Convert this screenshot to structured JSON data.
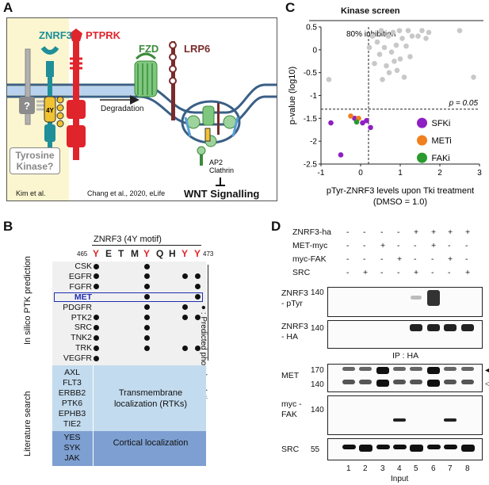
{
  "panels": {
    "a": "A",
    "b": "B",
    "c": "C",
    "d": "D"
  },
  "panel_a": {
    "znrf3": "ZNRF3",
    "ptprk": "PTPRK",
    "fzd": "FZD",
    "lrp6": "LRP6",
    "degradation": "Degradation",
    "ap2": "AP2",
    "clathrin": "Clathrin",
    "wnt": "WNT Signalling",
    "tyrosine_kinase": "Tyrosine Kinase?",
    "question": "?",
    "ref1": "Kim et al.",
    "ref2": "Chang et al., 2020, eLife",
    "motif_letters": "4Y"
  },
  "panel_b": {
    "header": "ZNRF3 (4Y motif)",
    "start": "465",
    "end": "473",
    "sequence": [
      "Y",
      "E",
      "T",
      "M",
      "Y",
      "Q",
      "H",
      "Y",
      "Y"
    ],
    "red_positions": [
      0,
      4,
      7,
      8
    ],
    "group1_label": "In silico PTK prediction",
    "group2_label": "Literature search",
    "predicted_label": "Predicted phosphorylation",
    "insilico": [
      {
        "name": "CSK",
        "dots": [
          1,
          0,
          0,
          0,
          1,
          0,
          0,
          0,
          0
        ]
      },
      {
        "name": "EGFR",
        "dots": [
          1,
          0,
          0,
          0,
          1,
          0,
          0,
          1,
          1
        ]
      },
      {
        "name": "FGFR",
        "dots": [
          1,
          0,
          0,
          0,
          1,
          0,
          0,
          0,
          1
        ]
      },
      {
        "name": "MET",
        "dots": [
          0,
          0,
          0,
          0,
          1,
          0,
          0,
          0,
          1
        ],
        "highlight": true
      },
      {
        "name": "PDGFR",
        "dots": [
          0,
          0,
          0,
          0,
          1,
          0,
          0,
          1,
          0
        ]
      },
      {
        "name": "PTK2",
        "dots": [
          1,
          0,
          0,
          0,
          1,
          0,
          0,
          1,
          1
        ]
      },
      {
        "name": "SRC",
        "dots": [
          1,
          0,
          0,
          0,
          1,
          0,
          0,
          0,
          0
        ]
      },
      {
        "name": "TNK2",
        "dots": [
          1,
          0,
          0,
          0,
          1,
          0,
          0,
          0,
          0
        ]
      },
      {
        "name": "TRK",
        "dots": [
          1,
          0,
          0,
          0,
          1,
          0,
          0,
          1,
          1
        ]
      },
      {
        "name": "VEGFR",
        "dots": [
          1,
          0,
          0,
          0,
          0,
          0,
          0,
          0,
          0
        ]
      }
    ],
    "rtks": [
      "AXL",
      "FLT3",
      "ERBB2",
      "PTK6",
      "EPHB3",
      "TIE2"
    ],
    "rtk_label": "Transmembrane localization (RTKs)",
    "cortical": [
      "YES",
      "SYK",
      "JAK"
    ],
    "cortical_label": "Cortical localization"
  },
  "chart_data": {
    "type": "scatter",
    "title": "Kinase screen",
    "xlabel": "pTyr-ZNRF3 levels upon Tki treatment",
    "xlabel2": "(DMSO = 1.0)",
    "ylabel": "p-value (log10)",
    "xlim": [
      -1,
      3
    ],
    "ylim": [
      -2.5,
      0.5
    ],
    "xticks": [
      "-1",
      "0",
      "1",
      "2",
      "3"
    ],
    "yticks": [
      "0.5",
      "0",
      "-0.5",
      "-1",
      "-1.5",
      "-2",
      "-2.5"
    ],
    "vline_x": 0.2,
    "hline_y": -1.3,
    "vline_label": "80% inhibition",
    "hline_label": "p = 0.05",
    "legend": [
      {
        "name": "SFKi",
        "color": "#8e1fc2"
      },
      {
        "name": "METi",
        "color": "#f07f1e"
      },
      {
        "name": "FAKi",
        "color": "#2a9a2e"
      }
    ],
    "series": [
      {
        "name": "other",
        "color": "#c8c8c8",
        "points": [
          [
            -0.8,
            -0.65
          ],
          [
            0.22,
            0.05
          ],
          [
            0.3,
            0.3
          ],
          [
            0.35,
            -0.3
          ],
          [
            0.42,
            0.17
          ],
          [
            0.48,
            -0.1
          ],
          [
            0.52,
            0.42
          ],
          [
            0.55,
            -0.65
          ],
          [
            0.6,
            0.05
          ],
          [
            0.65,
            -0.35
          ],
          [
            0.7,
            0.3
          ],
          [
            0.72,
            -0.5
          ],
          [
            0.78,
            -0.05
          ],
          [
            0.82,
            0.38
          ],
          [
            0.85,
            -0.25
          ],
          [
            0.9,
            0.1
          ],
          [
            0.92,
            -0.45
          ],
          [
            0.98,
            0.42
          ],
          [
            1.0,
            -0.2
          ],
          [
            1.05,
            0.25
          ],
          [
            1.1,
            -0.6
          ],
          [
            1.15,
            0.08
          ],
          [
            1.2,
            0.42
          ],
          [
            1.25,
            -0.15
          ],
          [
            1.3,
            0.3
          ],
          [
            1.45,
            0.3
          ],
          [
            1.55,
            0.42
          ],
          [
            1.65,
            0.25
          ],
          [
            1.72,
            0.38
          ],
          [
            2.5,
            0.42
          ],
          [
            2.85,
            -0.6
          ]
        ]
      },
      {
        "name": "SFKi",
        "color": "#8e1fc2",
        "points": [
          [
            -0.75,
            -1.6
          ],
          [
            -0.5,
            -2.3
          ],
          [
            -0.15,
            -1.5
          ],
          [
            0.05,
            -1.6
          ],
          [
            0.15,
            -1.55
          ],
          [
            0.25,
            -1.7
          ]
        ]
      },
      {
        "name": "METi",
        "color": "#f07f1e",
        "points": [
          [
            -0.25,
            -1.45
          ],
          [
            -0.05,
            -1.5
          ]
        ]
      },
      {
        "name": "FAKi",
        "color": "#2a9a2e",
        "points": [
          [
            -0.1,
            -1.58
          ]
        ]
      }
    ]
  },
  "panel_d": {
    "row_labels": [
      "ZNRF3-ha",
      "MET-myc",
      "myc-FAK",
      "SRC"
    ],
    "signs": [
      [
        "-",
        "-",
        "-",
        "-",
        "+",
        "+",
        "+",
        "+"
      ],
      [
        "-",
        "-",
        "+",
        "-",
        "-",
        "+",
        "-",
        "-"
      ],
      [
        "-",
        "-",
        "-",
        "+",
        "-",
        "-",
        "+",
        "-"
      ],
      [
        "-",
        "+",
        "-",
        "-",
        "+",
        "-",
        "-",
        "+"
      ]
    ],
    "blot1_label": "ZNRF3 - pTyr",
    "blot1_l1": "ZNRF3",
    "blot1_l2": "- pTyr",
    "blot1_mw": "140",
    "blot2_l1": "ZNRF3",
    "blot2_l2": "- HA",
    "blot2_mw": "140",
    "ip_label": "IP : HA",
    "met_label": "MET",
    "met_mw1": "170",
    "met_mw2": "140",
    "fak_l1": "myc -",
    "fak_l2": "FAK",
    "fak_mw": "140",
    "src_label": "SRC",
    "src_mw": "55",
    "lanes": [
      "1",
      "2",
      "3",
      "4",
      "5",
      "6",
      "7",
      "8"
    ],
    "input_label": "Input"
  }
}
